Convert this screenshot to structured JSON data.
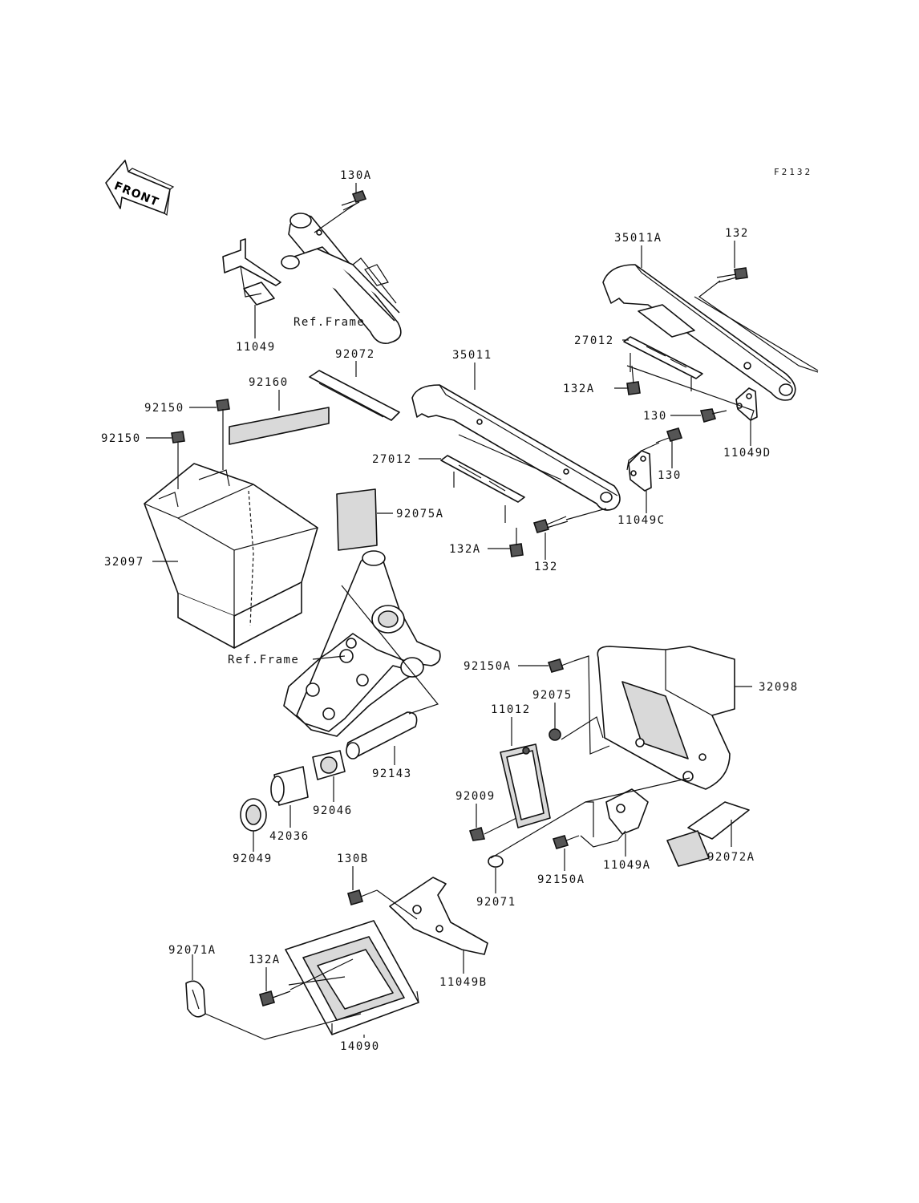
{
  "figure_code": "F2132",
  "front_label": "FRONT",
  "part_labels": [
    {
      "id": "p130a",
      "text": "130A"
    },
    {
      "id": "p11049",
      "text": "11049"
    },
    {
      "id": "pref1",
      "text": "Ref.Frame"
    },
    {
      "id": "p35011a",
      "text": "35011A"
    },
    {
      "id": "p132a_top",
      "text": "132"
    },
    {
      "id": "p27012a",
      "text": "27012"
    },
    {
      "id": "p132a1",
      "text": "132A"
    },
    {
      "id": "p130b1",
      "text": "130"
    },
    {
      "id": "p11049d",
      "text": "11049D"
    },
    {
      "id": "p92072",
      "text": "92072"
    },
    {
      "id": "p92160",
      "text": "92160"
    },
    {
      "id": "p92150_1",
      "text": "92150"
    },
    {
      "id": "p92150_2",
      "text": "92150"
    },
    {
      "id": "p35011",
      "text": "35011"
    },
    {
      "id": "p27012b",
      "text": "27012"
    },
    {
      "id": "p92075a",
      "text": "92075A"
    },
    {
      "id": "p130c",
      "text": "130"
    },
    {
      "id": "p11049c",
      "text": "11049C"
    },
    {
      "id": "p32097",
      "text": "32097"
    },
    {
      "id": "p132a2",
      "text": "132A"
    },
    {
      "id": "p132b",
      "text": "132"
    },
    {
      "id": "pref2",
      "text": "Ref.Frame"
    },
    {
      "id": "p92150a1",
      "text": "92150A"
    },
    {
      "id": "p32098",
      "text": "32098"
    },
    {
      "id": "p92075",
      "text": "92075"
    },
    {
      "id": "p11012",
      "text": "11012"
    },
    {
      "id": "p92143",
      "text": "92143"
    },
    {
      "id": "p92009",
      "text": "92009"
    },
    {
      "id": "p92046",
      "text": "92046"
    },
    {
      "id": "p42036",
      "text": "42036"
    },
    {
      "id": "p92049",
      "text": "92049"
    },
    {
      "id": "p11049a",
      "text": "11049A"
    },
    {
      "id": "p92072a",
      "text": "92072A"
    },
    {
      "id": "p92150a2",
      "text": "92150A"
    },
    {
      "id": "p92071",
      "text": "92071"
    },
    {
      "id": "p130b",
      "text": "130B"
    },
    {
      "id": "p92071a",
      "text": "92071A"
    },
    {
      "id": "p132a3",
      "text": "132A"
    },
    {
      "id": "p11049b",
      "text": "11049B"
    },
    {
      "id": "p14090",
      "text": "14090"
    }
  ]
}
